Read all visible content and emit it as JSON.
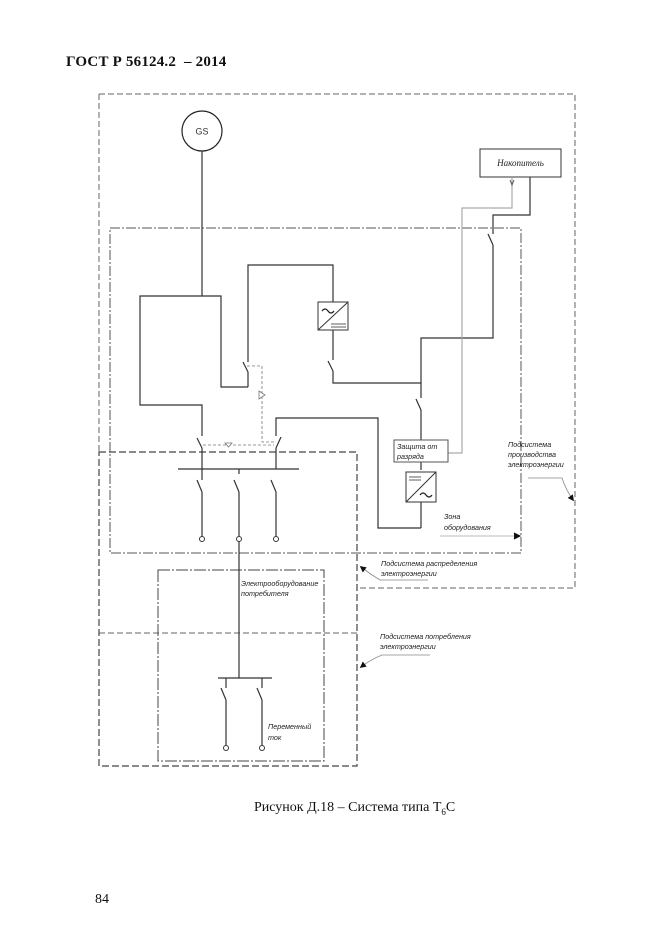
{
  "header": {
    "title": "ГОСТ Р 56124.2  – 2014"
  },
  "diagram": {
    "generator_label": "GS",
    "storage_label": "Накопитель",
    "discharge_protection_label": [
      "Защита от",
      "разряда"
    ],
    "equipment_zone_label": [
      "Зона",
      "оборудования"
    ],
    "generation_subsystem_label": [
      "Подсистема",
      "производства",
      "электроэнергии"
    ],
    "distribution_subsystem_label": [
      "Подсистема распределения",
      "электроэнергии"
    ],
    "consumption_subsystem_label": [
      "Подсистема потребления",
      "электроэнергии"
    ],
    "consumer_equipment_label": [
      "Электрооборудование",
      "потребителя"
    ],
    "alternating_current_label": [
      "Переменный",
      "ток"
    ]
  },
  "caption": {
    "prefix": "Рисунок Д.18 – Система типа Т",
    "subscript": "6",
    "suffix": "С"
  },
  "footer": {
    "page_number": "84"
  }
}
